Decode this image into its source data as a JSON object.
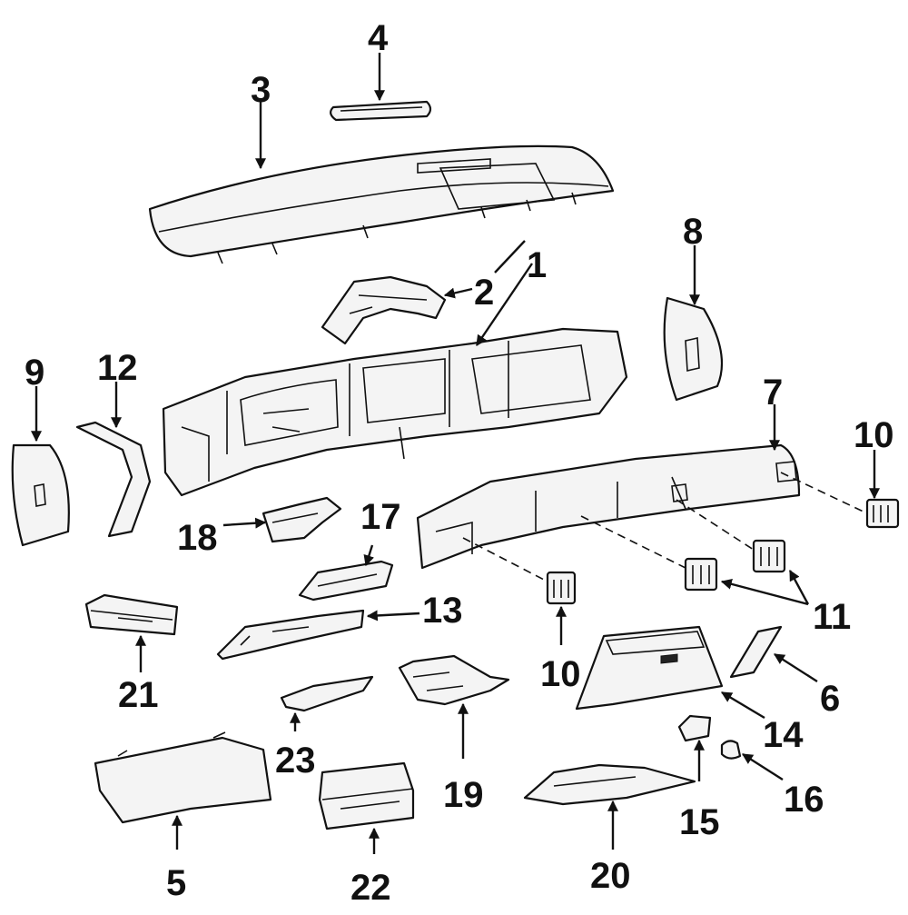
{
  "diagram": {
    "callouts": [
      "1",
      "2",
      "3",
      "4",
      "5",
      "6",
      "7",
      "8",
      "9",
      "10",
      "10",
      "11",
      "12",
      "13",
      "14",
      "15",
      "16",
      "17",
      "18",
      "19",
      "20",
      "21",
      "22",
      "23"
    ]
  }
}
